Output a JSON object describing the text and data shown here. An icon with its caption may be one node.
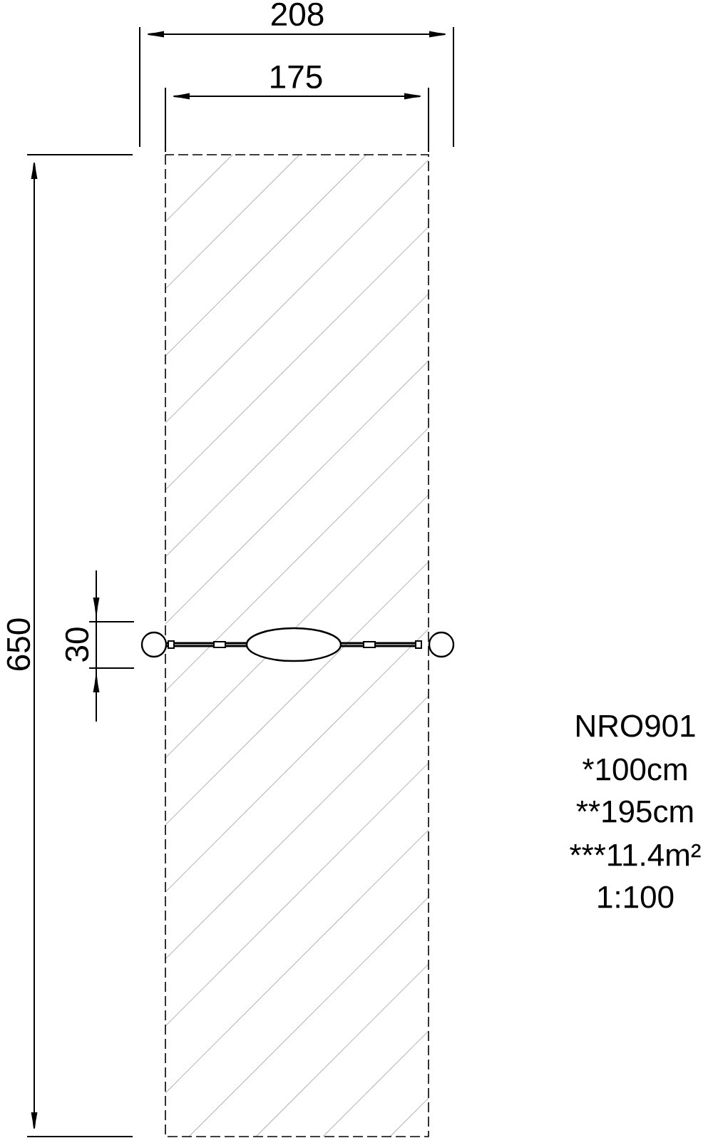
{
  "diagram": {
    "labels": [
      "208",
      "175",
      "650",
      "30",
      "NRO901",
      "*100cm",
      "**195cm",
      "***11.4m²",
      "1:100"
    ]
  }
}
